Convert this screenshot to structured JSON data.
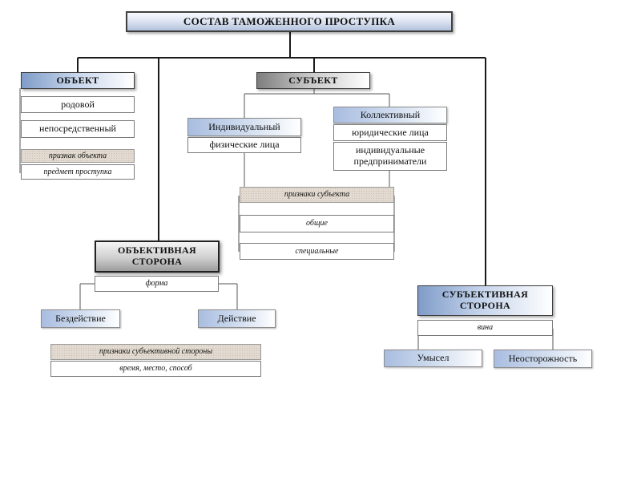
{
  "title": "СОСТАВ ТАМОЖЕННОГО ПРОСТУПКА",
  "object": {
    "header": "ОБЪЕКТ",
    "items": [
      "родовой",
      "непосредственный"
    ],
    "sign_label": "признак объекта",
    "sign_value": "предмет проступка"
  },
  "subject": {
    "header": "СУБЪЕКТ",
    "individual": {
      "label": "Индивидуальный",
      "items": [
        "физические лица"
      ]
    },
    "collective": {
      "label": "Коллективный",
      "items": [
        "юридические лица",
        "индивидуальные предприниматели"
      ]
    },
    "signs_label": "признаки субъекта",
    "signs": [
      "общие",
      "специальные"
    ]
  },
  "objective_side": {
    "header": "ОБЪЕКТИВНАЯ СТОРОНА",
    "form_label": "форма",
    "forms": [
      "Бездействие",
      "Действие"
    ],
    "signs_label": "признаки субъективной стороны",
    "signs_value": "время, место, способ"
  },
  "subjective_side": {
    "header": "СУБЪЕКТИВНАЯ СТОРОНА",
    "guilt_label": "вина",
    "forms": [
      "Умысел",
      "Неосторожность"
    ]
  }
}
